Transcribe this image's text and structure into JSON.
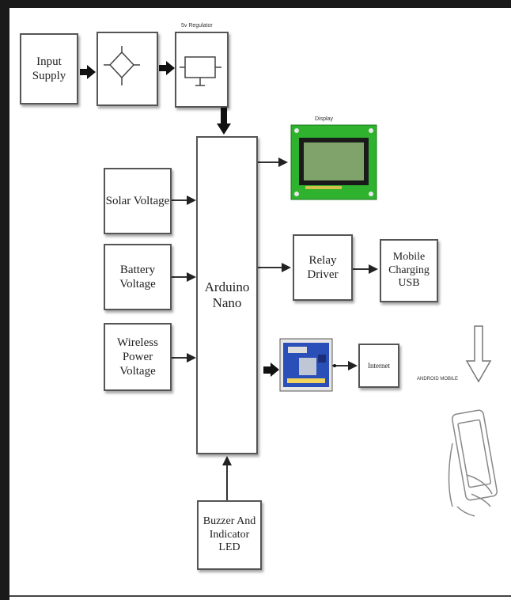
{
  "blocks": {
    "input_supply": "Input\nSupply",
    "regulator_caption": "5v Regulator",
    "lcd_caption": "Display",
    "solar_voltage": "Solar Voltage",
    "battery_voltage": "Battery\nVoltage",
    "wireless_power_voltage": "Wireless\nPower\nVoltage",
    "arduino_nano": "Arduino\nNano",
    "relay_driver": "Relay Driver",
    "mobile_charging_usb": "Mobile\nCharging\nUSB",
    "internet": "Internet",
    "android_mobile": "ANDROID MOBILE",
    "buzzer_led": "Buzzer And\nIndicator LED"
  },
  "colors": {
    "frame": "#1a1a1a",
    "box_border": "#555555",
    "lcd_board": "#2fb32f",
    "lcd_screen": "#7fa36a",
    "wifi_board": "#2b4fb8"
  }
}
